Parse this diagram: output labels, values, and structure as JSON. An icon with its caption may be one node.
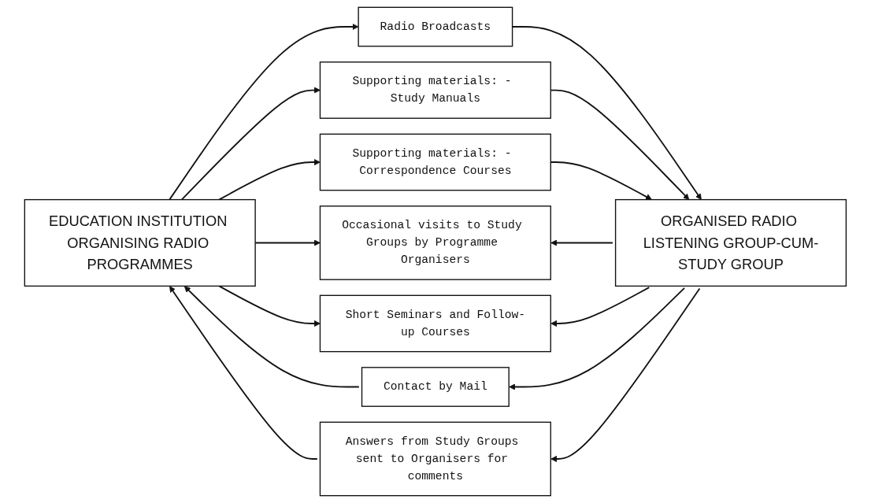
{
  "diagram": {
    "nodes": [
      {
        "text": [
          "EDUCATION INSTITUTION ORGANISING RADIO PROGRAMMES"
        ]
      },
      {
        "text": [
          "Radio Broadcasts"
        ]
      },
      {
        "text": [
          "Supporting materials: - Study Manuals"
        ]
      },
      {
        "text": [
          "Supporting materials: - Correspondence Courses"
        ]
      },
      {
        "text": [
          "Occasional visits to Study Groups by Programme Organisers"
        ]
      },
      {
        "text": [
          "Short Seminars and Follow-up Courses"
        ]
      },
      {
        "text": [
          "Contact by Mail"
        ]
      },
      {
        "text": [
          "Answers from Study Groups sent to Organisers for comments"
        ]
      },
      {
        "text": [
          "ORGANISED RADIO LISTENING GROUP-CUM-STUDY GROUP"
        ]
      }
    ],
    "edges": [
      {
        "from": 0,
        "to": 1,
        "arrow": "to"
      },
      {
        "from": 1,
        "to": 8,
        "arrow": "to"
      },
      {
        "from": 0,
        "to": 2,
        "arrow": "to"
      },
      {
        "from": 2,
        "to": 8,
        "arrow": "to"
      },
      {
        "from": 0,
        "to": 3,
        "arrow": "to"
      },
      {
        "from": 3,
        "to": 8,
        "arrow": "to"
      },
      {
        "from": 0,
        "to": 4,
        "arrow": "to"
      },
      {
        "from": 8,
        "to": 4,
        "arrow": "to"
      },
      {
        "from": 0,
        "to": 5,
        "arrow": "to"
      },
      {
        "from": 8,
        "to": 5,
        "arrow": "to"
      },
      {
        "from": 6,
        "to": 0,
        "arrow": "to"
      },
      {
        "from": 8,
        "to": 6,
        "arrow": "to"
      },
      {
        "from": 7,
        "to": 0,
        "arrow": "to"
      },
      {
        "from": 8,
        "to": 7,
        "arrow": "to"
      }
    ]
  }
}
